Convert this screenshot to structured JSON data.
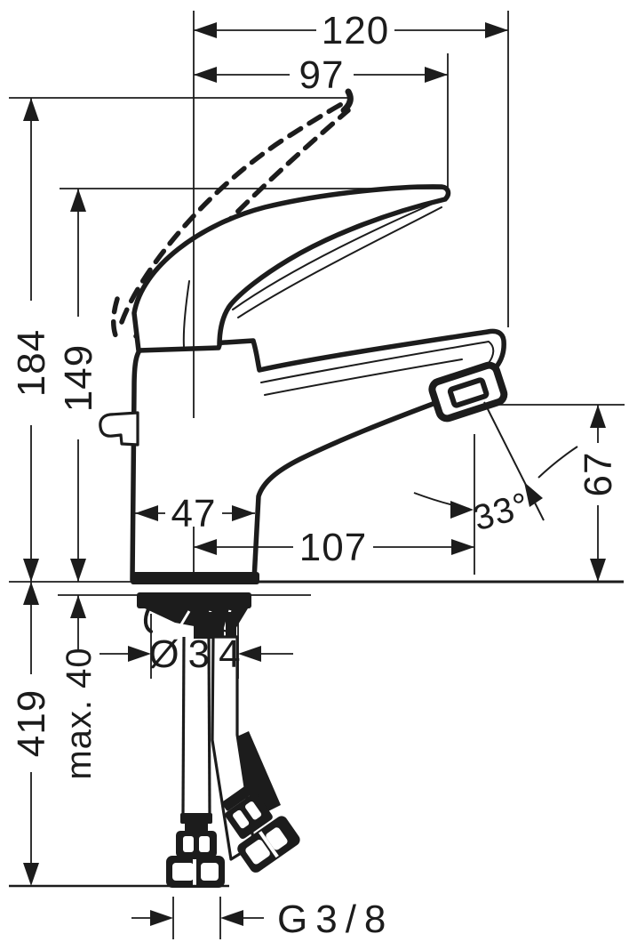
{
  "drawing": {
    "colors": {
      "background": "#ffffff",
      "line": "#1c1c1c"
    },
    "labels": {
      "overall_width": "120",
      "handle_width": "97",
      "overall_height": "184",
      "height_to_spout_tip": "149",
      "outlet_height": "67",
      "base_width": "47",
      "spout_reach": "107",
      "outlet_angle": "33°",
      "shank_diameter": "Ø34",
      "max_mounting_thickness": "max. 40",
      "hose_length": "419",
      "connection_thread": "G3/8"
    }
  }
}
